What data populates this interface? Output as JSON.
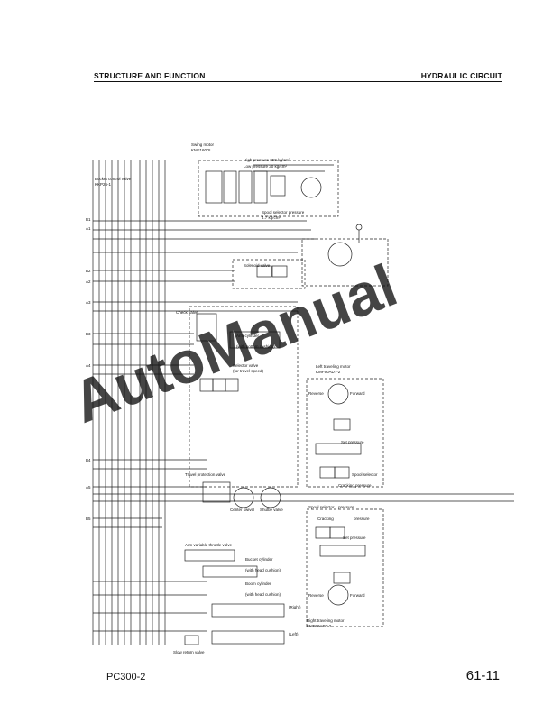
{
  "header": {
    "section_left": "STRUCTURE AND FUNCTION",
    "section_right": "HYDRAULIC CIRCUIT"
  },
  "footer": {
    "model": "PC300-2",
    "page_number": "61-11"
  },
  "watermark": {
    "text": "AutoManual",
    "color": "#5cc0ea"
  },
  "diagram": {
    "swing_motor": {
      "title": "Swing motor",
      "model": "KMF160DL"
    },
    "high_pressure": "High pressure 350 kg/cm²",
    "low_pressure": "Low pressure 30 kg/cm²",
    "spool_selector_pressure": "Spool selector pressure",
    "spool_selector_pressure_value": "4.7 kg/cm²",
    "bucket_control_valve": {
      "title": "Bucket control valve",
      "model": "KKP26-1"
    },
    "solenoid_valve": "Solenoid valve",
    "check_valve": "Check valve",
    "arm_cylinder": {
      "title": "Arm cylinder",
      "spec": "(with bottom cushion)"
    },
    "selector_valve": {
      "title": "Selector valve",
      "spec": "(for travel speed)"
    },
    "left_travel_motor": {
      "title": "Left traveling motor",
      "model": "KMF90ADT-2"
    },
    "right_travel_motor": {
      "title": "Right traveling motor",
      "model": "KMF90ADT-2"
    },
    "reverse": "Reverse",
    "forward": "Forward",
    "set_pressure": "Set pressure",
    "spool_selector": "Spool selector",
    "cracking_pressure": "Cracking pressure",
    "cracking": "Cracking",
    "pressure": "pressure",
    "travel_protection_valve": "Travel protection valve",
    "center_swivel": "Center swivel",
    "shuttle_valve": "Shuttle valve",
    "arm_throttle_valve": "Arm variable throttle valve",
    "bucket_cylinder": {
      "title": "Bucket cylinder",
      "spec": "(with head cushion)"
    },
    "boom_cylinder": {
      "title": "Boom cylinder",
      "spec": "(with head cushion)"
    },
    "right": "(Right)",
    "left": "(Left)",
    "slow_return_valve": "Slow return valve",
    "port_labels": [
      "B1",
      "A1",
      "B2",
      "A2",
      "A3",
      "B3",
      "A4",
      "B4",
      "A5",
      "B5"
    ]
  }
}
